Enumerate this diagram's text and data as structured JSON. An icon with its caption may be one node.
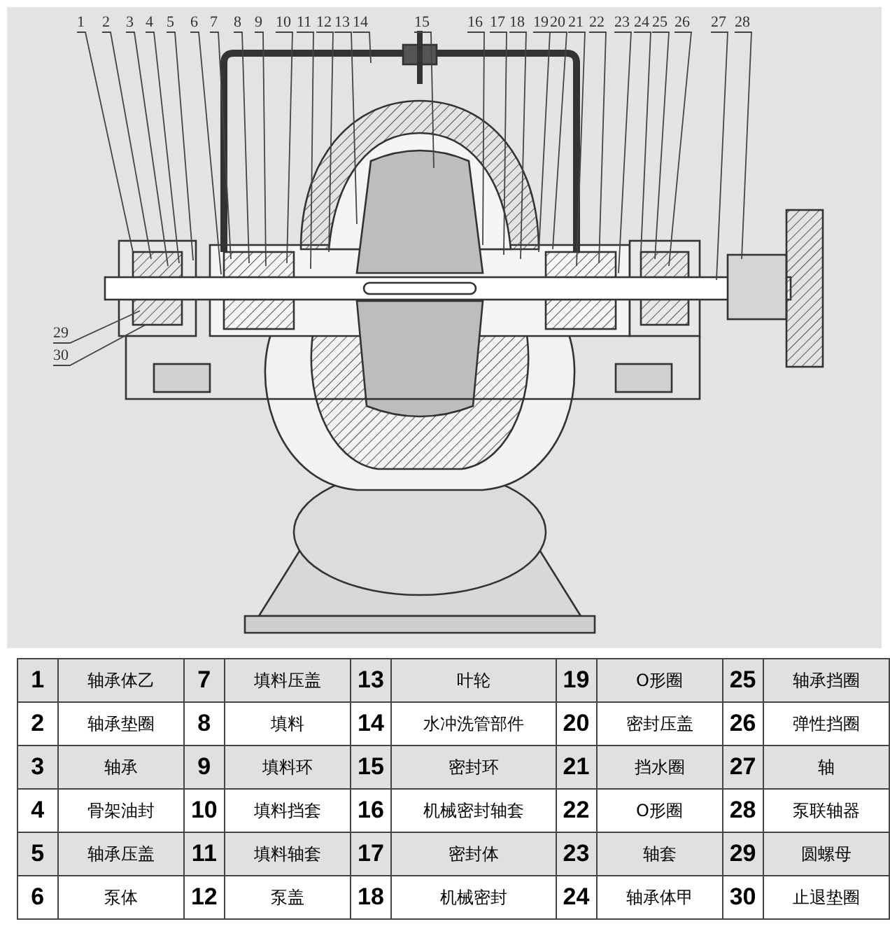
{
  "diagram": {
    "nodes": [
      {
        "text": [
          "1"
        ]
      },
      {
        "text": [
          "2"
        ]
      },
      {
        "text": [
          "3"
        ]
      },
      {
        "text": [
          "4"
        ]
      },
      {
        "text": [
          "5"
        ]
      },
      {
        "text": [
          "6"
        ]
      },
      {
        "text": [
          "7"
        ]
      },
      {
        "text": [
          "8"
        ]
      },
      {
        "text": [
          "9"
        ]
      },
      {
        "text": [
          "10"
        ]
      },
      {
        "text": [
          "11"
        ]
      },
      {
        "text": [
          "12"
        ]
      },
      {
        "text": [
          "13"
        ]
      },
      {
        "text": [
          "14"
        ]
      },
      {
        "text": [
          "15"
        ]
      },
      {
        "text": [
          "16"
        ]
      },
      {
        "text": [
          "17"
        ]
      },
      {
        "text": [
          "18"
        ]
      },
      {
        "text": [
          "19"
        ]
      },
      {
        "text": [
          "20"
        ]
      },
      {
        "text": [
          "21"
        ]
      },
      {
        "text": [
          "22"
        ]
      },
      {
        "text": [
          "23"
        ]
      },
      {
        "text": [
          "24"
        ]
      },
      {
        "text": [
          "25"
        ]
      },
      {
        "text": [
          "26"
        ]
      },
      {
        "text": [
          "27"
        ]
      },
      {
        "text": [
          "28"
        ]
      },
      {
        "text": [
          "29"
        ]
      },
      {
        "text": [
          "30"
        ]
      }
    ],
    "edges": [
      {
        "from": 0,
        "to": null,
        "arrow": "none"
      },
      {
        "from": 1,
        "to": null,
        "arrow": "none"
      },
      {
        "from": 2,
        "to": null,
        "arrow": "none"
      },
      {
        "from": 3,
        "to": null,
        "arrow": "none"
      },
      {
        "from": 4,
        "to": null,
        "arrow": "none"
      },
      {
        "from": 5,
        "to": null,
        "arrow": "none"
      },
      {
        "from": 6,
        "to": null,
        "arrow": "none"
      },
      {
        "from": 7,
        "to": null,
        "arrow": "none"
      },
      {
        "from": 8,
        "to": null,
        "arrow": "none"
      },
      {
        "from": 9,
        "to": null,
        "arrow": "none"
      },
      {
        "from": 10,
        "to": null,
        "arrow": "none"
      },
      {
        "from": 11,
        "to": null,
        "arrow": "none"
      },
      {
        "from": 12,
        "to": null,
        "arrow": "none"
      },
      {
        "from": 13,
        "to": null,
        "arrow": "none"
      },
      {
        "from": 14,
        "to": null,
        "arrow": "none"
      },
      {
        "from": 15,
        "to": null,
        "arrow": "none"
      },
      {
        "from": 16,
        "to": null,
        "arrow": "none"
      },
      {
        "from": 17,
        "to": null,
        "arrow": "none"
      },
      {
        "from": 18,
        "to": null,
        "arrow": "none"
      },
      {
        "from": 19,
        "to": null,
        "arrow": "none"
      },
      {
        "from": 20,
        "to": null,
        "arrow": "none"
      },
      {
        "from": 21,
        "to": null,
        "arrow": "none"
      },
      {
        "from": 22,
        "to": null,
        "arrow": "none"
      },
      {
        "from": 23,
        "to": null,
        "arrow": "none"
      },
      {
        "from": 24,
        "to": null,
        "arrow": "none"
      },
      {
        "from": 25,
        "to": null,
        "arrow": "none"
      },
      {
        "from": 26,
        "to": null,
        "arrow": "none"
      },
      {
        "from": 27,
        "to": null,
        "arrow": "none"
      },
      {
        "from": 28,
        "to": null,
        "arrow": "none"
      },
      {
        "from": 29,
        "to": null,
        "arrow": "none"
      }
    ],
    "labels": [
      "1",
      "轴承体乙",
      "7",
      "填料压盖",
      "13",
      "叶轮",
      "19",
      "O形圈",
      "25",
      "轴承挡圈",
      "2",
      "轴承垫圈",
      "8",
      "填料",
      "14",
      "水冲洗管部件",
      "20",
      "密封压盖",
      "26",
      "弹性挡圈",
      "3",
      "轴承",
      "9",
      "填料环",
      "15",
      "密封环",
      "21",
      "挡水圈",
      "27",
      "轴",
      "4",
      "骨架油封",
      "10",
      "填料挡套",
      "16",
      "机械密封轴套",
      "22",
      "O形圈",
      "28",
      "泵联轴器",
      "5",
      "轴承压盖",
      "11",
      "填料轴套",
      "17",
      "密封体",
      "23",
      "轴套",
      "29",
      "圆螺母",
      "6",
      "泵体",
      "12",
      "泵盖",
      "18",
      "机械密封",
      "24",
      "轴承体甲",
      "30",
      "止退垫圈"
    ]
  }
}
